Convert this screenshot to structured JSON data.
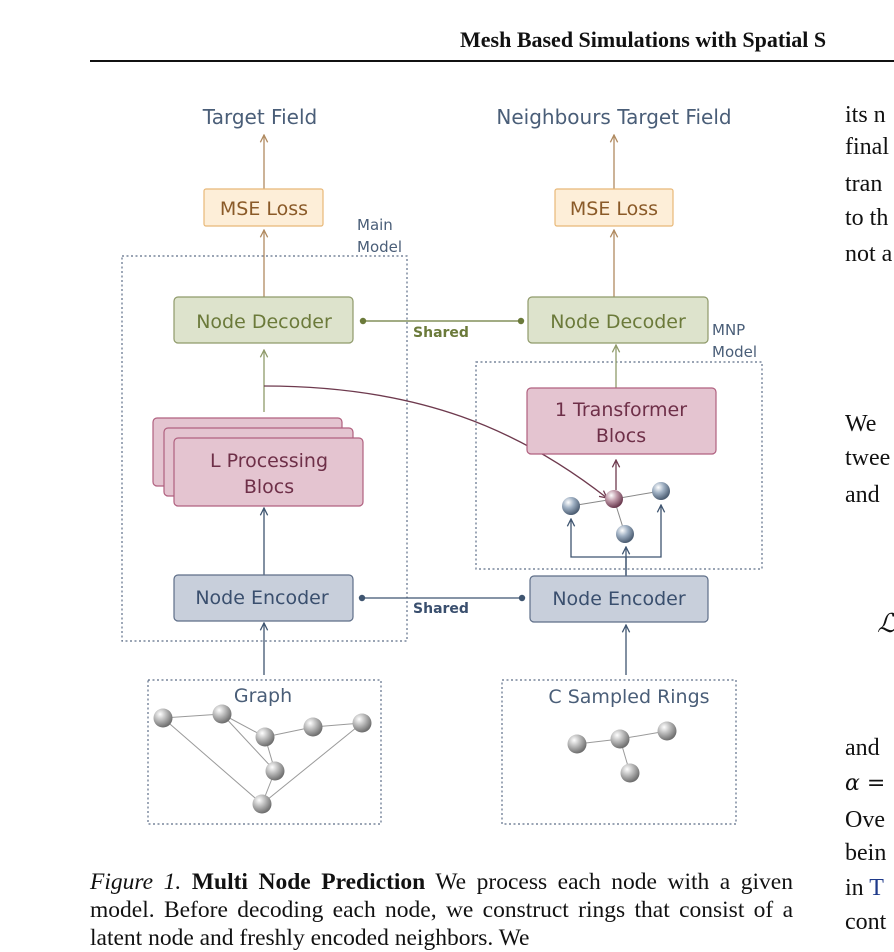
{
  "header": {
    "running_title": "Mesh Based Simulations with Spatial S"
  },
  "figure": {
    "target_left": "Target Field",
    "target_right": "Neighbours Target Field",
    "mse_left": "MSE Loss",
    "mse_right": "MSE Loss",
    "main_model": [
      "Main",
      "Model"
    ],
    "mnp_model": [
      "MNP",
      "Model"
    ],
    "decoder_left": "Node Decoder",
    "decoder_right": "Node Decoder",
    "shared_top": "Shared",
    "shared_bottom": "Shared",
    "transformer": [
      "1 Transformer",
      "Blocs"
    ],
    "processing": [
      "L Processing",
      "Blocs"
    ],
    "encoder_left": "Node Encoder",
    "encoder_right": "Node Encoder",
    "graph": "Graph",
    "rings": "C Sampled Rings"
  },
  "side_text": [
    "its n",
    "final",
    "tran",
    "to th",
    "not a",
    "We",
    "twee",
    "and",
    "ℒ",
    "and",
    "α =",
    "Ove",
    "bein",
    "in ",
    "T",
    "cont"
  ],
  "caption": {
    "label": "Figure 1.",
    "title": "Multi Node Prediction",
    "body_1": "We process each node with a given model. Before decoding each node, we construct rings",
    "body_2": "that consist of a latent node and freshly encoded neighbors. We"
  },
  "colors": {
    "decoder_fill": "#dde3cc",
    "decoder_stroke": "#8f9a6a",
    "decoder_text": "#6b7a3a",
    "mse_fill": "#fdeed8",
    "mse_stroke": "#e8b878",
    "mse_text": "#8a5a28",
    "bloc_fill": "#e4c4d0",
    "bloc_stroke": "#b0607f",
    "bloc_text": "#6e2f48",
    "encoder_fill": "#c8cfdb",
    "encoder_stroke": "#5e6e88",
    "encoder_text": "#3a4f6e",
    "label_text": "#4a5e78"
  }
}
